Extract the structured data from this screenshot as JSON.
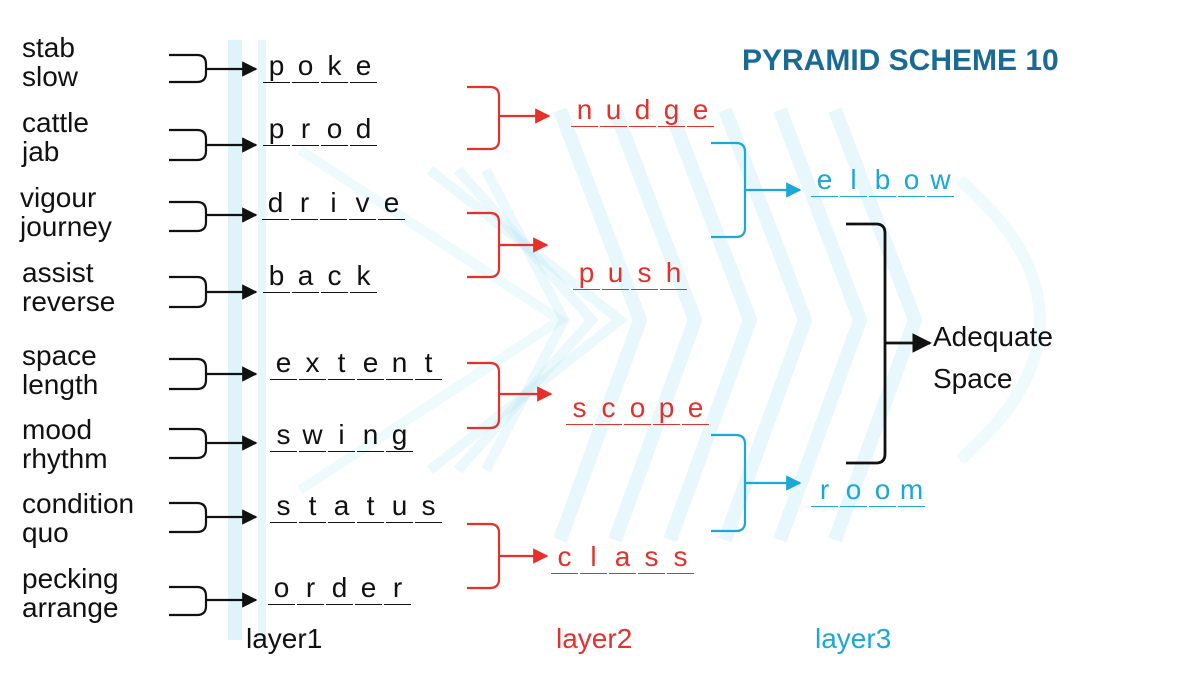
{
  "title": "PYRAMID SCHEME 10",
  "colors": {
    "layer1": "#111111",
    "layer2": "#e5312b",
    "layer3": "#1ba7d8",
    "title": "#1a6a96",
    "background_art": "#b8e6f4"
  },
  "clues": [
    {
      "line1": "stab",
      "line2": "slow"
    },
    {
      "line1": "cattle",
      "line2": "jab"
    },
    {
      "line1": "vigour",
      "line2": "journey"
    },
    {
      "line1": "assist",
      "line2": "reverse"
    },
    {
      "line1": "space",
      "line2": "length"
    },
    {
      "line1": "mood",
      "line2": "rhythm"
    },
    {
      "line1": "condition",
      "line2": "quo"
    },
    {
      "line1": "pecking",
      "line2": "arrange"
    }
  ],
  "layer1_words": [
    "poke",
    "prod",
    "drive",
    "back",
    "extent",
    "swing",
    "status",
    "order"
  ],
  "layer2_words": [
    "nudge",
    "push",
    "scope",
    "class"
  ],
  "layer3_words": [
    "elbow",
    "room"
  ],
  "final_answer": {
    "line1": "Adequate",
    "line2": "Space"
  },
  "layer_labels": [
    "layer1",
    "layer2",
    "layer3"
  ]
}
